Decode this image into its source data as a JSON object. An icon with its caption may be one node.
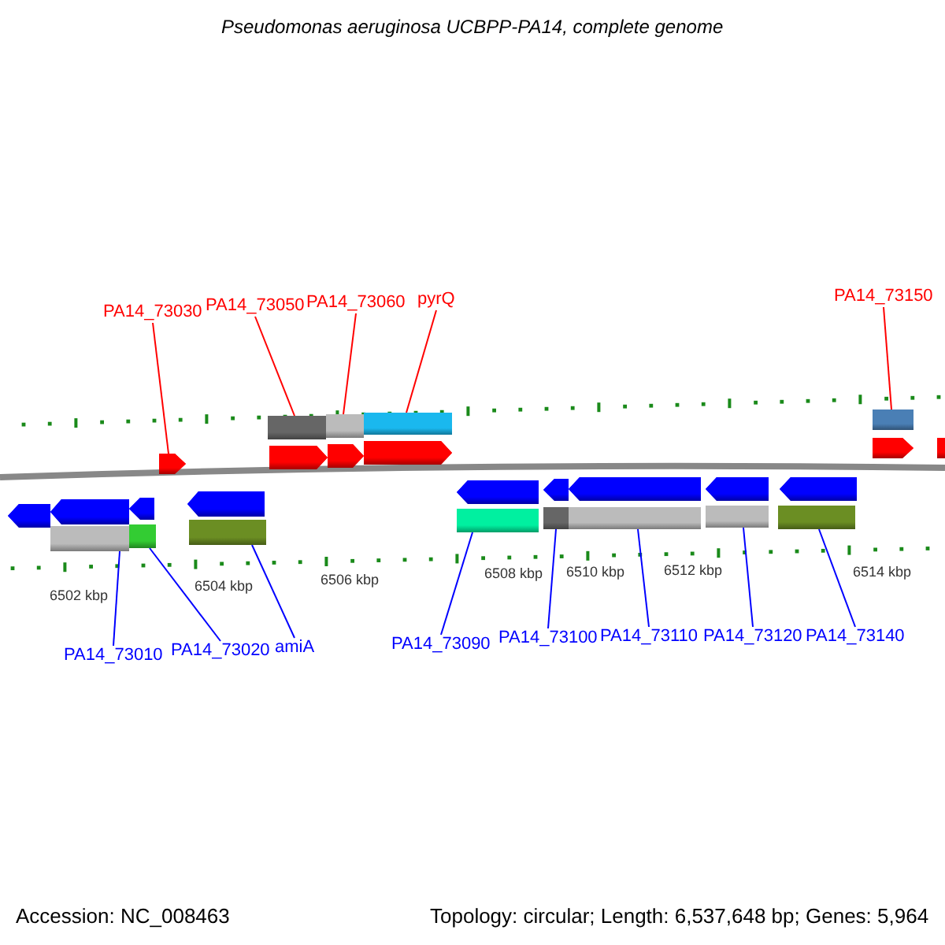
{
  "diagram": {
    "title": "Pseudomonas aeruginosa UCBPP-PA14, complete genome",
    "nodes": [
      {
        "text": [
          "PA14_73030"
        ]
      },
      {
        "text": [
          "PA14_73050"
        ]
      },
      {
        "text": [
          "PA14_73060"
        ]
      },
      {
        "text": [
          "pyrQ"
        ]
      },
      {
        "text": [
          "PA14_73150"
        ]
      },
      {
        "text": [],
        "shape": "arrow"
      },
      {
        "text": [],
        "shape": "arrow"
      },
      {
        "text": [],
        "shape": "arrow"
      },
      {
        "text": [],
        "shape": "arrow"
      },
      {
        "text": [],
        "shape": "arrow"
      },
      {
        "text": [],
        "shape": "arrow"
      },
      {
        "text": [],
        "shape": "bar"
      },
      {
        "text": [],
        "shape": "bar"
      },
      {
        "text": [],
        "shape": "bar"
      },
      {
        "text": [],
        "shape": "bar"
      },
      {
        "text": [],
        "shape": "arrow"
      },
      {
        "text": [],
        "shape": "arrow"
      },
      {
        "text": [],
        "shape": "arrow"
      },
      {
        "text": [],
        "shape": "arrow"
      },
      {
        "text": [],
        "shape": "arrow"
      },
      {
        "text": [],
        "shape": "arrow"
      },
      {
        "text": [],
        "shape": "arrow"
      },
      {
        "text": [],
        "shape": "arrow"
      },
      {
        "text": [],
        "shape": "arrow"
      },
      {
        "text": [],
        "shape": "bar"
      },
      {
        "text": [],
        "shape": "bar"
      },
      {
        "text": [],
        "shape": "bar"
      },
      {
        "text": [],
        "shape": "bar"
      },
      {
        "text": [],
        "shape": "bar"
      },
      {
        "text": [],
        "shape": "bar"
      },
      {
        "text": [],
        "shape": "bar"
      },
      {
        "text": [],
        "shape": "bar"
      },
      {
        "text": [
          "PA14_73010"
        ]
      },
      {
        "text": [
          "PA14_73020"
        ]
      },
      {
        "text": [
          "amiA"
        ]
      },
      {
        "text": [
          "PA14_73090"
        ]
      },
      {
        "text": [
          "PA14_73100"
        ]
      },
      {
        "text": [
          "PA14_73110"
        ]
      },
      {
        "text": [
          "PA14_73120"
        ]
      },
      {
        "text": [
          "PA14_73140"
        ]
      }
    ],
    "edges": [
      {
        "from": 0,
        "to": 5,
        "arrow": "none",
        "color": "#ff0000"
      },
      {
        "from": 1,
        "to": 11,
        "arrow": "none",
        "color": "#ff0000"
      },
      {
        "from": 2,
        "to": 12,
        "arrow": "none",
        "color": "#ff0000"
      },
      {
        "from": 3,
        "to": 13,
        "arrow": "none",
        "color": "#ff0000"
      },
      {
        "from": 4,
        "to": 14,
        "arrow": "none",
        "color": "#ff0000"
      },
      {
        "from": 32,
        "to": 24,
        "arrow": "none"
      },
      {
        "from": 33,
        "to": 25,
        "arrow": "none"
      },
      {
        "from": 34,
        "to": 26,
        "arrow": "none"
      },
      {
        "from": 35,
        "to": 27,
        "arrow": "none"
      },
      {
        "from": 36,
        "to": 28,
        "arrow": "none"
      },
      {
        "from": 37,
        "to": 29,
        "arrow": "none"
      },
      {
        "from": 38,
        "to": 30,
        "arrow": "none"
      },
      {
        "from": 39,
        "to": 31,
        "arrow": "none"
      }
    ],
    "labels": [
      "6502 kbp",
      "6504 kbp",
      "6506 kbp",
      "6508 kbp",
      "6510 kbp",
      "6512 kbp",
      "6514 kbp",
      "Accession: NC_008463",
      "Topology: circular; Length: 6,537,648 bp; Genes: 5,964"
    ]
  }
}
